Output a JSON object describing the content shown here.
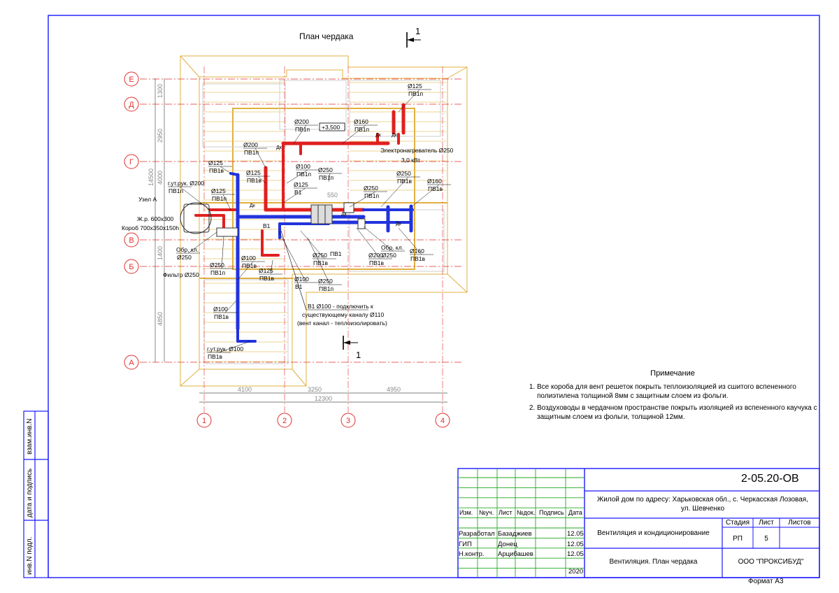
{
  "drawing": {
    "title": "План чердака",
    "section_mark": "1",
    "level_mark": "+3,500",
    "axes_rows": [
      "Е",
      "Д",
      "Г",
      "В",
      "Б",
      "А"
    ],
    "axes_cols": [
      "1",
      "2",
      "3",
      "4"
    ],
    "dims_left": [
      "1300",
      "2950",
      "4000",
      "14500",
      "1400",
      "4850"
    ],
    "dims_bottom": [
      "4100",
      "3250",
      "4950",
      "12300"
    ],
    "dim_550": "550",
    "node_label": "Узел А",
    "labels": [
      {
        "t": "Ø125",
        "s": "ПВ1п"
      },
      {
        "t": "Ø160",
        "s": "ПВ1п"
      },
      {
        "t": "Ø200",
        "s": "ПВ1п"
      },
      {
        "t": "Ø200",
        "s": "ПВ1п"
      },
      {
        "t": "Ø125",
        "s": "ПВ1в"
      },
      {
        "t": "Ø125",
        "s": "ПВ1в"
      },
      {
        "t": "Ø100",
        "s": "ПВ1п"
      },
      {
        "t": "Ø250",
        "s": "ПВ1п"
      },
      {
        "t": "Ø125",
        "s": "В1"
      },
      {
        "t": "Ø250",
        "s": "ПВ1п"
      },
      {
        "t": "Ø250",
        "s": "ПВ1в"
      },
      {
        "t": "Ø160",
        "s": "ПВ1в"
      },
      {
        "t": "г.ут.рук. Ø200",
        "s": "ПВ1п"
      },
      {
        "t": "Ø125",
        "s": "ПВ1п"
      },
      {
        "t": "Обр. кл.",
        "s": "Ø250"
      },
      {
        "t": "Ø250",
        "s": "ПВ1п"
      },
      {
        "t": "Ø100",
        "s": "ПВ1в"
      },
      {
        "t": "Ø125",
        "s": "ПВ1в"
      },
      {
        "t": "Ø100",
        "s": "В1"
      },
      {
        "t": "Ø250",
        "s": "ПВ1п"
      },
      {
        "t": "Ø250",
        "s": "ПВ1в"
      },
      {
        "t": "Ø200",
        "s": "ПВ1в"
      },
      {
        "t": "Обр. кл.",
        "s": "Ø250"
      },
      {
        "t": "Ø160",
        "s": "ПВ1в"
      },
      {
        "t": "Ø100",
        "s": "ПВ1в"
      },
      {
        "t": "г.ут.рук. Ø100",
        "s": "ПВ1в"
      }
    ],
    "single_labels": {
      "heater": "Электронагреватель Ø250",
      "heater_kw": "3,0 кВт",
      "zhr": "Ж.р. 600х300",
      "box": "Короб 700х350х150h",
      "filter": "Фильтр Ø250",
      "pv1": "ПВ1",
      "b1": "В1",
      "dk": "Дк"
    },
    "connect_note": [
      "В1 Ø100 - подключить к",
      "существующему каналу Ø110",
      "(вент канал - теплоизолировать)"
    ]
  },
  "notes": {
    "title": "Примечание",
    "items": [
      "Все короба для вент решеток покрыть теплоизоляцией из сшитого вспененного полиэтилена толщиной 8мм с защитным слоем из фольги.",
      "Воздуховоды в чердачном пространстве покрыть изоляцией из вспененного каучука с защитным слоем из фольги, толщиной 12мм."
    ]
  },
  "side_stamp": [
    "взам.инв.N",
    "дата и подпись",
    "инв.N подл."
  ],
  "titleblock": {
    "code": "2-05.20-ОВ",
    "object": [
      "Жилой дом по адресу: Харьковская обл., с. Черкасская Лозовая,",
      "ул. Шевченко"
    ],
    "headers": [
      "Изм.",
      "№уч.",
      "Лист",
      "№док.",
      "Подпись",
      "Дата"
    ],
    "people": [
      {
        "role": "Разработал",
        "name": "Базаджиев",
        "date": "12.05"
      },
      {
        "role": "ГИП",
        "name": "Донец",
        "date": "12.05"
      },
      {
        "role": "Н.контр.",
        "name": "Арцибашев",
        "date": "12.05"
      }
    ],
    "year": "2020",
    "section": "Вентиляция и кондиционирование",
    "stage_headers": [
      "Стадия",
      "Лист",
      "Листов"
    ],
    "stage": "РП",
    "sheet": "5",
    "sheet_title": "Вентиляция. План чердака",
    "company": "ООО \"ПРОКСИБУД\"",
    "format": "Формат А3"
  },
  "colors": {
    "frame": "#1a1aff",
    "axis": "#e0302e",
    "structure": "#e0b040",
    "supply": "#e02020",
    "exhaust": "#2233dd",
    "tb_line": "#22aa22"
  }
}
